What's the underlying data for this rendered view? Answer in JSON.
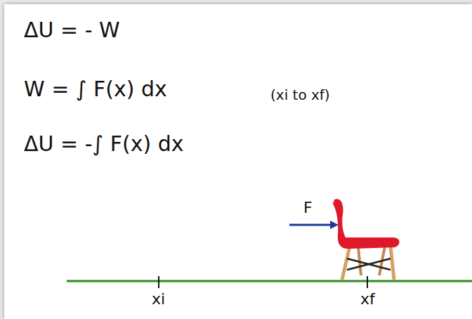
{
  "diagram": {
    "labels": [
      "ΔU = - W",
      "W = ∫ F(x) dx",
      "(xi to xf)",
      "ΔU = -∫ F(x) dx",
      "F",
      "xi",
      "xf"
    ]
  }
}
